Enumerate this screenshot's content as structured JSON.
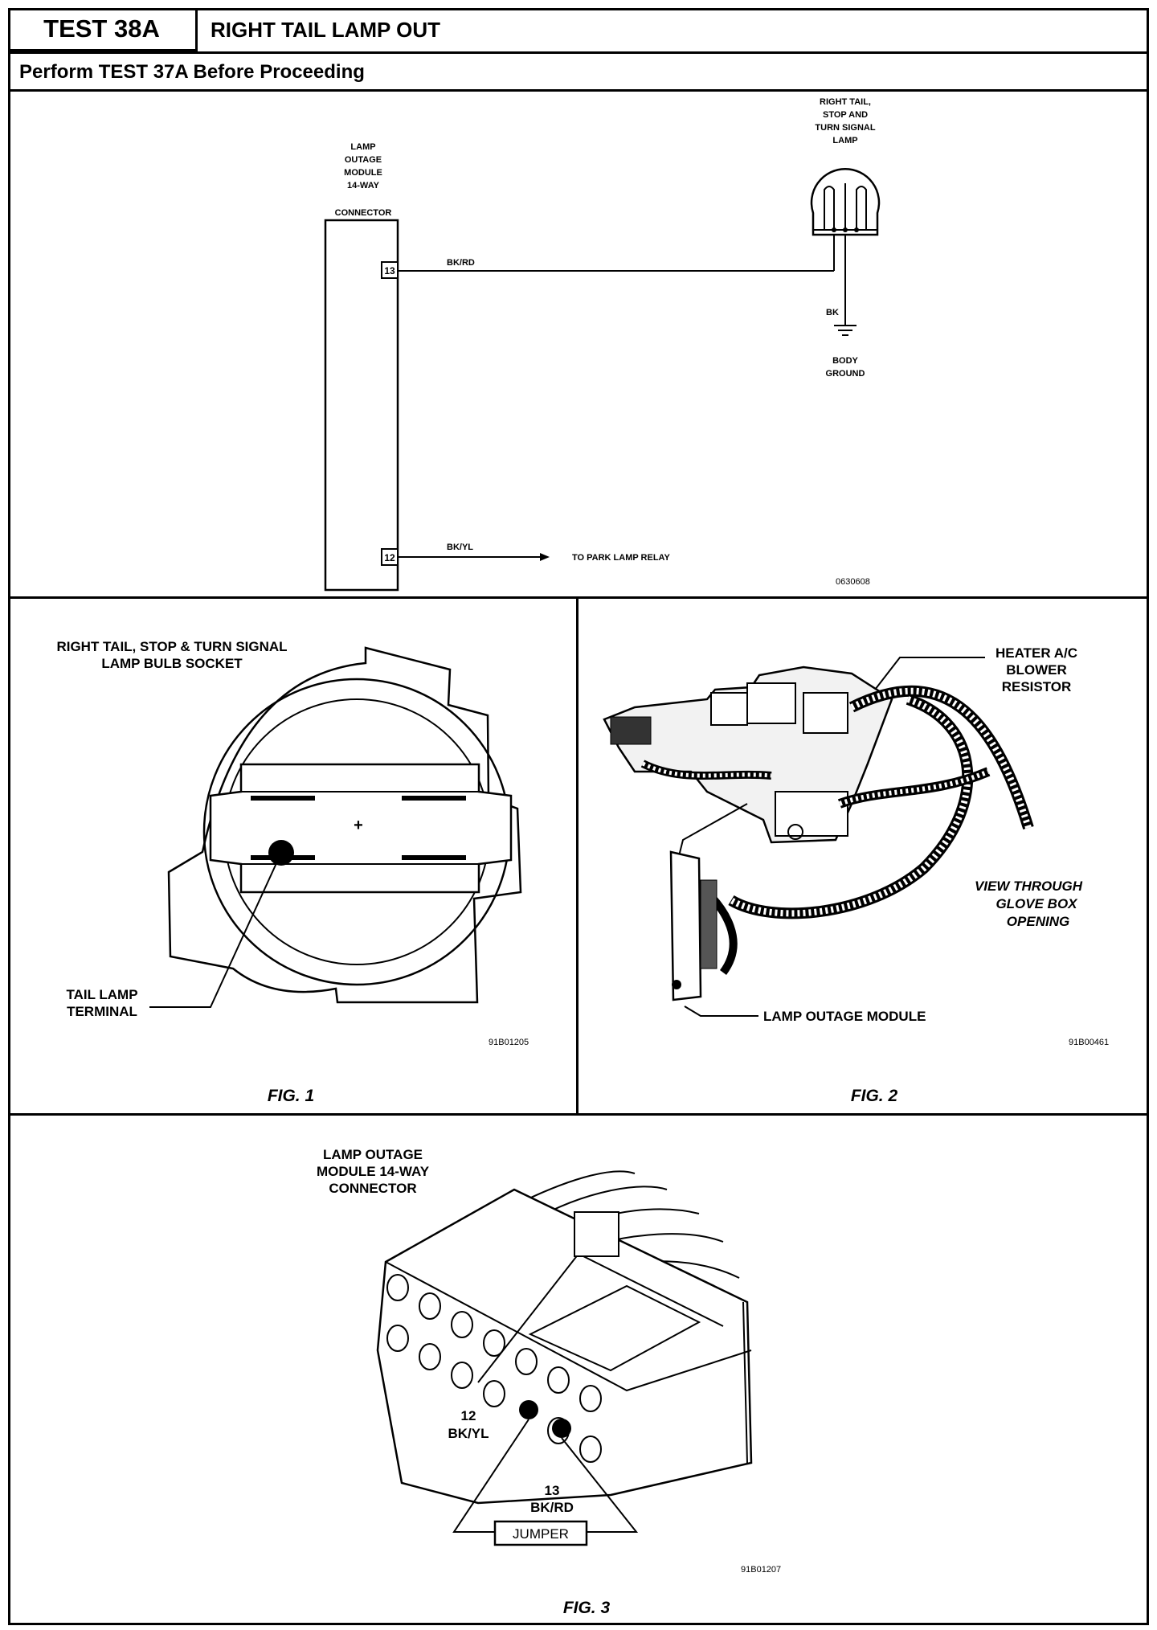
{
  "header": {
    "test_id": "TEST 38A",
    "title": "RIGHT TAIL LAMP OUT",
    "prerequisite": "Perform TEST 37A Before Proceeding"
  },
  "schematic": {
    "module_label": [
      "LAMP",
      "OUTAGE",
      "MODULE",
      "14-WAY",
      "CONNECTOR"
    ],
    "pin_13": "13",
    "pin_12": "12",
    "wire_13": "BK/RD",
    "wire_12": "BK/YL",
    "relay_label": "TO PARK LAMP RELAY",
    "lamp_label": [
      "RIGHT TAIL,",
      "STOP AND",
      "TURN SIGNAL",
      "LAMP"
    ],
    "ground_wire": "BK",
    "ground_label": [
      "BODY",
      "GROUND"
    ],
    "ref_code": "0630608"
  },
  "fig1": {
    "title": [
      "RIGHT TAIL, STOP & TURN SIGNAL",
      "LAMP BULB SOCKET"
    ],
    "terminal_label": [
      "TAIL LAMP",
      "TERMINAL"
    ],
    "plus_sign": "+",
    "ref_code": "91B01205",
    "caption": "FIG. 1"
  },
  "fig2": {
    "resistor_label": [
      "HEATER A/C",
      "BLOWER",
      "RESISTOR"
    ],
    "view_label": [
      "VIEW THROUGH",
      "GLOVE BOX",
      "OPENING"
    ],
    "module_label": "LAMP OUTAGE MODULE",
    "ref_code": "91B00461",
    "caption": "FIG. 2"
  },
  "fig3": {
    "title": [
      "LAMP OUTAGE",
      "MODULE 14-WAY",
      "CONNECTOR"
    ],
    "pin12": [
      "12",
      "BK/YL"
    ],
    "pin13": [
      "13",
      "BK/RD"
    ],
    "jumper_label": "JUMPER",
    "ref_code": "91B01207",
    "caption": "FIG. 3"
  }
}
